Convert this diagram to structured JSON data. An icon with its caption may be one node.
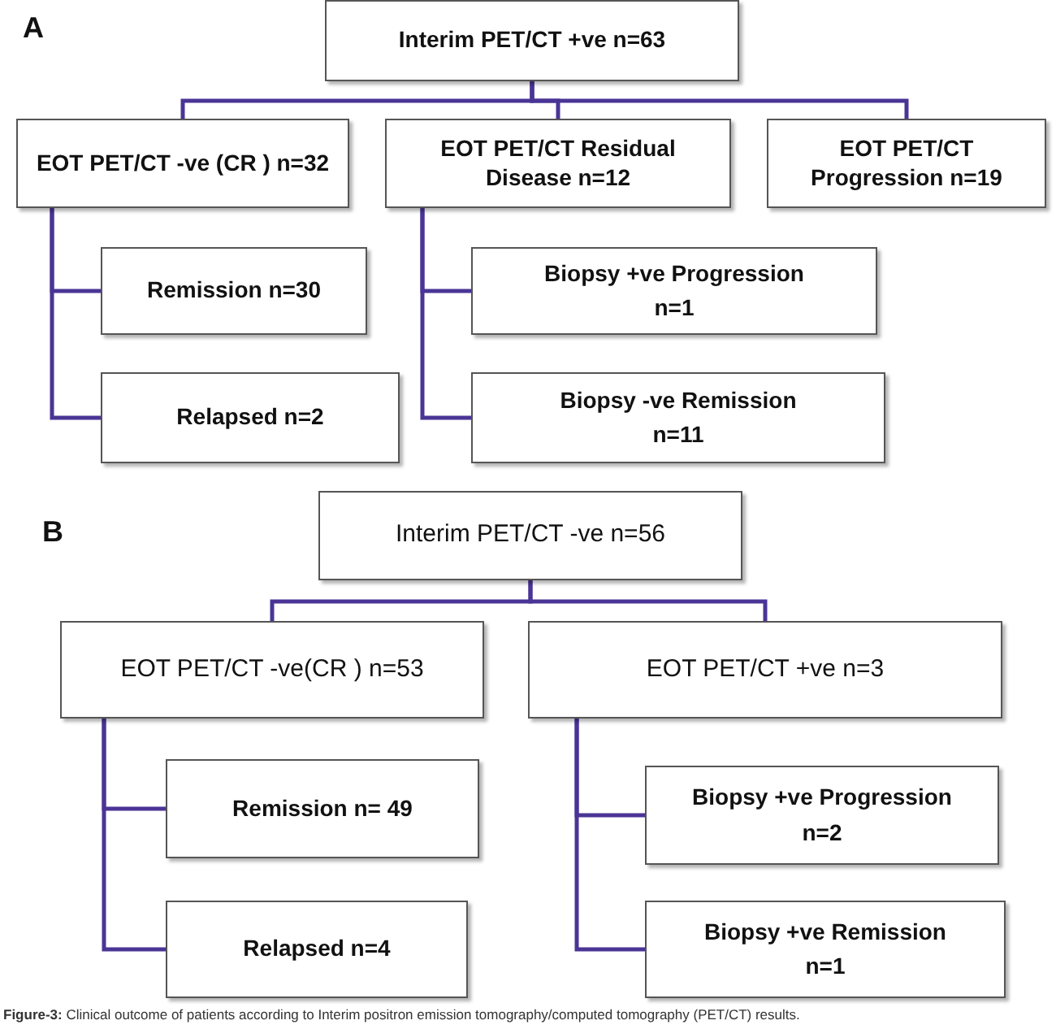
{
  "diagram": {
    "caption": "**Figure-3:** Clinical outcome of patients according to Interim positron emission tomography/computed tomography (PET/CT) results.",
    "nodes": [
      {
        "text": [
          "Interim PET/CT +ve n=63"
        ]
      },
      {
        "text": [
          "EOT PET/CT -ve (CR ) n=32"
        ]
      },
      {
        "text": [
          "EOT PET/CT Residual Disease n=12"
        ]
      },
      {
        "text": [
          "EOT PET/CT Progression n=19"
        ]
      },
      {
        "text": [
          "Remission n=30"
        ]
      },
      {
        "text": [
          "Relapsed n=2"
        ]
      },
      {
        "text": [
          "Biopsy +ve Progression",
          "n=1"
        ]
      },
      {
        "text": [
          "Biopsy -ve Remission",
          "n=11"
        ]
      },
      {
        "text": [
          "Interim PET/CT -ve n=56"
        ]
      },
      {
        "text": [
          "EOT PET/CT -ve(CR ) n=53"
        ]
      },
      {
        "text": [
          "EOT PET/CT +ve n=3"
        ]
      },
      {
        "text": [
          "Remission n= 49"
        ]
      },
      {
        "text": [
          "Relapsed n=4"
        ]
      },
      {
        "text": [
          "Biopsy +ve Progression",
          "n=2"
        ]
      },
      {
        "text": [
          "Biopsy +ve Remission",
          "n=1"
        ]
      }
    ],
    "edges": [
      {
        "from": 0,
        "to": 1,
        "arrow": "none"
      },
      {
        "from": 0,
        "to": 2,
        "arrow": "none"
      },
      {
        "from": 0,
        "to": 3,
        "arrow": "none"
      },
      {
        "from": 1,
        "to": 4,
        "arrow": "none"
      },
      {
        "from": 1,
        "to": 5,
        "arrow": "none"
      },
      {
        "from": 2,
        "to": 6,
        "arrow": "none"
      },
      {
        "from": 2,
        "to": 7,
        "arrow": "none"
      },
      {
        "from": 8,
        "to": 9,
        "arrow": "none"
      },
      {
        "from": 8,
        "to": 10,
        "arrow": "none"
      },
      {
        "from": 9,
        "to": 11,
        "arrow": "none"
      },
      {
        "from": 9,
        "to": 12,
        "arrow": "none"
      },
      {
        "from": 10,
        "to": 13,
        "arrow": "none"
      },
      {
        "from": 10,
        "to": 14,
        "arrow": "none"
      }
    ],
    "labels": [
      "A",
      "B"
    ]
  }
}
